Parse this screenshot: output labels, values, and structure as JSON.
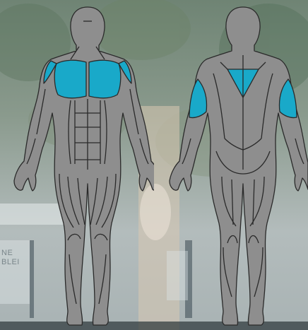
{
  "figures": {
    "front": {
      "view": "front"
    },
    "back": {
      "view": "back"
    }
  },
  "highlighted_muscles": [
    "chest",
    "front-deltoids",
    "upper-back-trapezius",
    "triceps"
  ],
  "colors": {
    "muscle_fill": "#8e8e8e",
    "muscle_stroke": "#2a2a2a",
    "highlight": "#19a9c9",
    "background_top": "#7f9083",
    "background_bottom": "#b7c2c4"
  },
  "background": {
    "sign_text": "NE\nBLEI"
  }
}
